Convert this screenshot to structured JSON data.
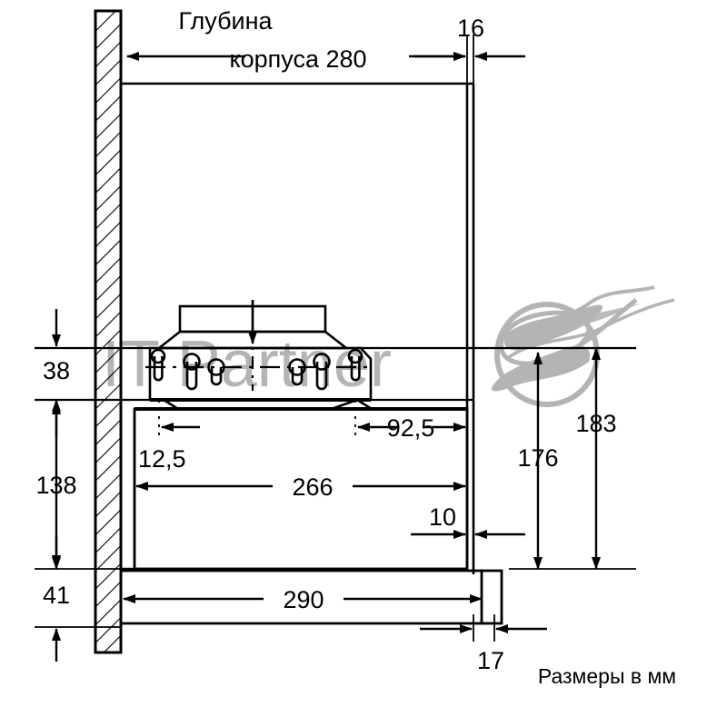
{
  "drawing": {
    "title_line1": "Глубина",
    "title_line2": "корпуса 280",
    "caption": "Размеры в мм",
    "units": "мм",
    "stroke_color": "#000000",
    "watermark_color": "#b0b0b0",
    "background": "#ffffff"
  },
  "watermark": {
    "text": "IT Partner",
    "logo_name": "swirl-logo"
  },
  "dimensions": {
    "cabinet_depth": "280",
    "panel_thickness_top": "16",
    "top_offset": "38",
    "mid_height": "138",
    "bottom_height": "41",
    "left_inset": "12,5",
    "right_inset": "92,5",
    "body_width": "266",
    "front_gap": "10",
    "total_width": "290",
    "front_panel_thickness": "17",
    "height_176": "176",
    "height_183": "183"
  },
  "labels": [
    {
      "id": "d-280",
      "value": "280"
    },
    {
      "id": "d-16",
      "value": "16"
    },
    {
      "id": "d-38",
      "value": "38"
    },
    {
      "id": "d-138",
      "value": "138"
    },
    {
      "id": "d-41",
      "value": "41"
    },
    {
      "id": "d-12_5",
      "value": "12,5"
    },
    {
      "id": "d-92_5",
      "value": "92,5"
    },
    {
      "id": "d-266",
      "value": "266"
    },
    {
      "id": "d-10",
      "value": "10"
    },
    {
      "id": "d-290",
      "value": "290"
    },
    {
      "id": "d-17",
      "value": "17"
    },
    {
      "id": "d-176",
      "value": "176"
    },
    {
      "id": "d-183",
      "value": "183"
    }
  ]
}
